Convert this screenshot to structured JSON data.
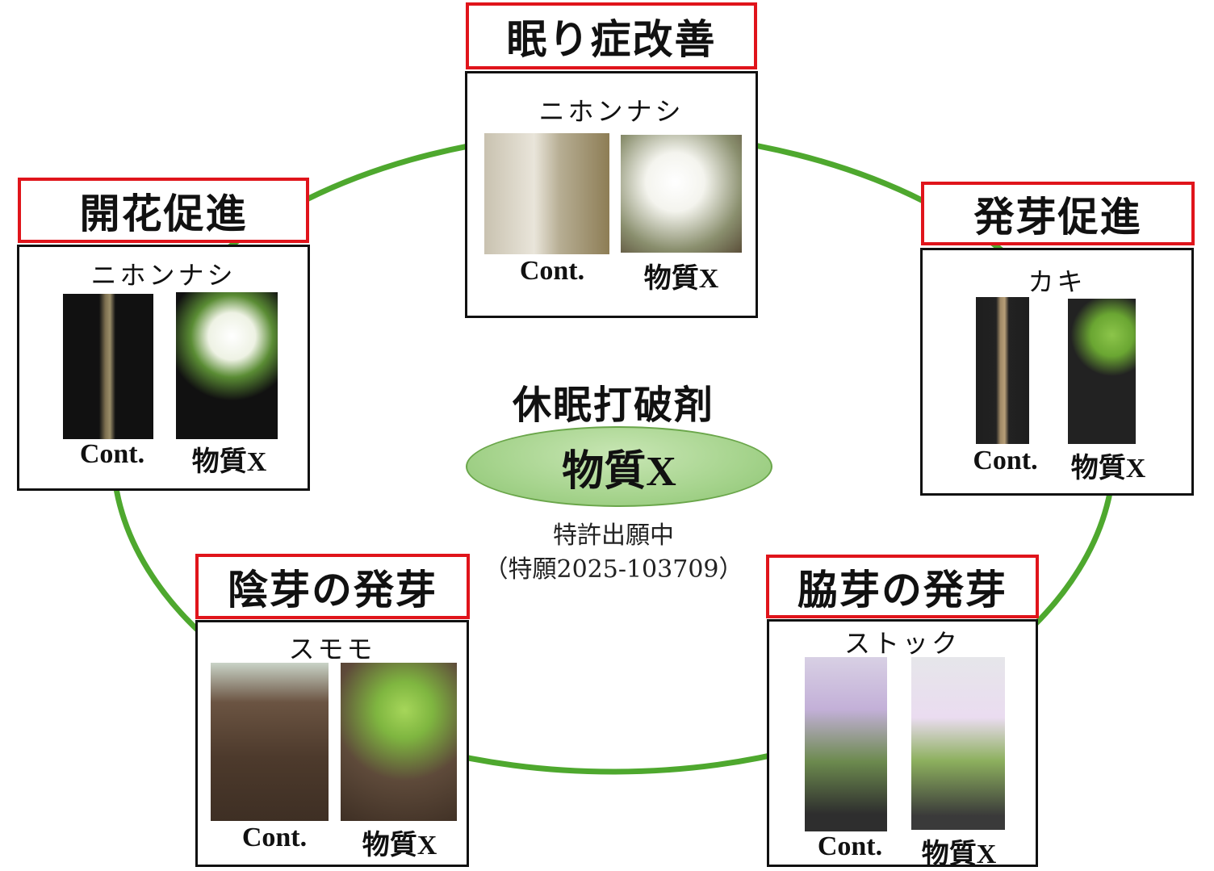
{
  "colors": {
    "ring": "#4ea82e",
    "title_border": "#e0141b"
  },
  "center": {
    "title": "休眠打破剤",
    "substance": "物質X",
    "patent_status": "特許出願中",
    "patent_number": "（特願2025-103709）"
  },
  "panels": [
    {
      "id": "top",
      "title": "眠り症改善",
      "plant": "ニホンナシ",
      "control_label": "Cont.",
      "treated_label": "物質X"
    },
    {
      "id": "left",
      "title": "開花促進",
      "plant": "ニホンナシ",
      "control_label": "Cont.",
      "treated_label": "物質X"
    },
    {
      "id": "right",
      "title": "発芽促進",
      "plant": "カキ",
      "control_label": "Cont.",
      "treated_label": "物質X"
    },
    {
      "id": "bottom-left",
      "title": "陰芽の発芽",
      "plant": "スモモ",
      "control_label": "Cont.",
      "treated_label": "物質X"
    },
    {
      "id": "bottom-right",
      "title": "脇芽の発芽",
      "plant": "ストック",
      "control_label": "Cont.",
      "treated_label": "物質X"
    }
  ]
}
